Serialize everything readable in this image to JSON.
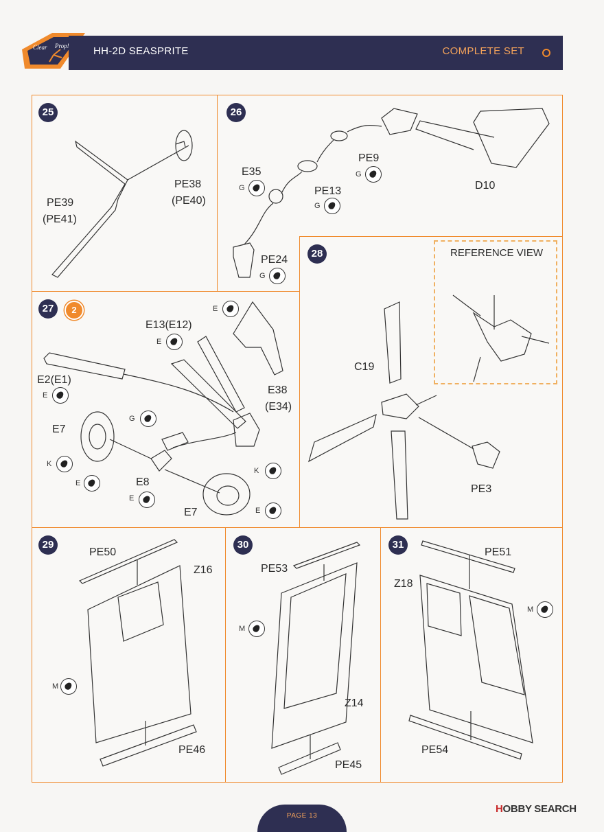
{
  "header": {
    "title": "HH-2D SEASPRITE",
    "set": "COMPLETE SET"
  },
  "logo": {
    "line1": "Clear",
    "line2": "Prop!"
  },
  "steps": {
    "s25": {
      "num": "25",
      "labels": {
        "pe39": "PE39",
        "pe41": "(PE41)",
        "pe38": "PE38",
        "pe40": "(PE40)"
      }
    },
    "s26": {
      "num": "26",
      "labels": {
        "e35": "E35",
        "pe13": "PE13",
        "pe9": "PE9",
        "d10": "D10",
        "pe24": "PE24"
      },
      "colors": {
        "e35": "G",
        "pe13": "G",
        "pe9": "G",
        "pe24": "G"
      }
    },
    "s27": {
      "num": "27",
      "badge": "2",
      "labels": {
        "e13": "E13(E12)",
        "e2": "E2(E1)",
        "e38": "E38",
        "e34": "(E34)",
        "e7a": "E7",
        "e8": "E8",
        "e7b": "E7"
      },
      "colors": {
        "top": "E",
        "e13": "E",
        "e2": "E",
        "g": "G",
        "k1": "K",
        "e1": "E",
        "e8": "E",
        "k2": "K",
        "e3": "E"
      }
    },
    "s28": {
      "num": "28",
      "reference": "REFERENCE VIEW",
      "labels": {
        "c19": "C19",
        "pe3": "PE3"
      }
    },
    "s29": {
      "num": "29",
      "labels": {
        "pe50": "PE50",
        "z16": "Z16",
        "pe46": "PE46"
      },
      "colors": {
        "m": "M"
      }
    },
    "s30": {
      "num": "30",
      "labels": {
        "pe53": "PE53",
        "z14": "Z14",
        "pe45": "PE45"
      },
      "colors": {
        "m": "M"
      }
    },
    "s31": {
      "num": "31",
      "labels": {
        "pe51": "PE51",
        "z18": "Z18",
        "pe54": "PE54"
      },
      "colors": {
        "m": "M"
      }
    }
  },
  "footer": {
    "page": "PAGE 13"
  },
  "watermark": {
    "brand_h": "H",
    "brand_rest": "OBBY SEARCH"
  },
  "colors": {
    "accent": "#f08a2c",
    "navy": "#2e2f52"
  }
}
